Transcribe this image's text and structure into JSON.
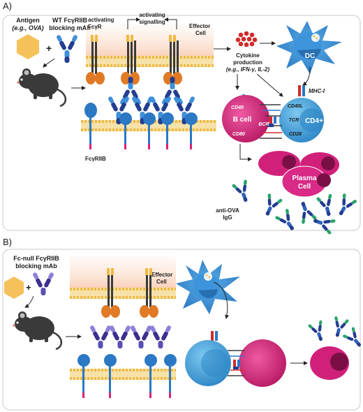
{
  "panel_a": {
    "tag": "A)",
    "antigen_line1": "Antigen",
    "antigen_line2": "(e.g., OVA)",
    "mab_line1": "WT FcγRIIB",
    "mab_line2": "blocking mAb",
    "plus": "+",
    "act_fcr_line1": "activating",
    "act_fcr_line2": "FcγR",
    "act_sig_line1": "activating",
    "act_sig_line2": "signalling",
    "effector_line1": "Effector",
    "effector_line2": "Cell",
    "fcgriib": "FcγRIIB",
    "cytokine_line1": "Cytokine",
    "cytokine_line2": "production",
    "cytokine_line3": "(e.g., IFN-γ, IL-2)",
    "dc": "DC",
    "mhc": "MHC-I",
    "cd40": "CD40",
    "cd40l": "CD40L",
    "bcr": "BCR",
    "tcr": "TCR",
    "cd80": "CD80",
    "cd28": "CD28",
    "bcell": "B cell",
    "cd4": "CD4+",
    "plasma_line1": "Plasma",
    "plasma_line2": "Cell",
    "igg_line1": "anti-OVA",
    "igg_line2": "IgG"
  },
  "panel_b": {
    "tag": "B)",
    "mab_line1": "Fc-null FcγRIIB",
    "mab_line2": "blocking mAb",
    "plus": "+",
    "effector_line1": "Effector",
    "effector_line2": "Cell"
  },
  "colors": {
    "antigen": "#f5c15a",
    "mouse": "#3a3a3a",
    "membrane_head": "#f0b840",
    "effector_bg": "#fbd9c2",
    "fcgriib": "#2b78c4",
    "activating_fcr": "#e07a25",
    "antibody_dark": "#233d8f",
    "antibody_light": "#3f8fd9",
    "dc": "#3b8fd6",
    "bcell": "#d6247a",
    "cd4": "#4aa8e0",
    "plasma": "#d0207a",
    "cytokine": "#d22b2b",
    "panel_border": "#c8c8c8"
  },
  "icons": [
    "antigen-hexagon-icon",
    "mouse-icon",
    "antibody-icon",
    "dendritic-cell-icon",
    "arrow-icon"
  ]
}
